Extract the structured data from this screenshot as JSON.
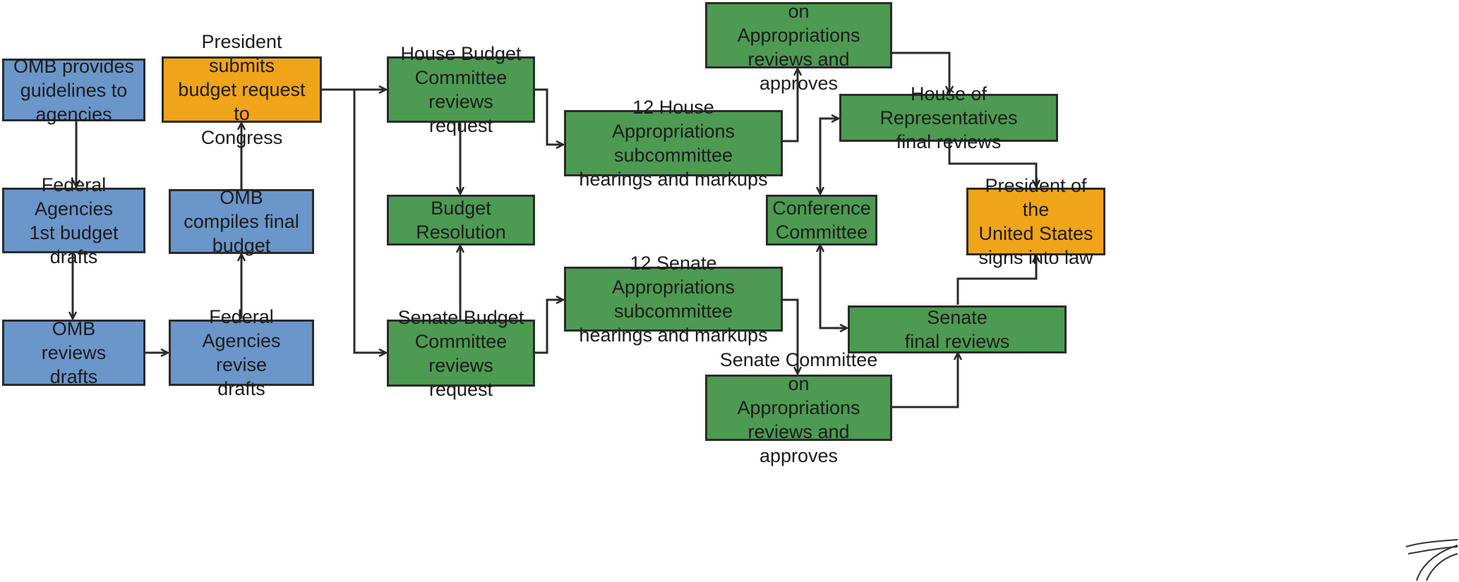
{
  "nodes": {
    "omb_guidelines": {
      "label": "OMB provides\nguidelines to\nagencies",
      "color": "#6a96c9"
    },
    "federal_agencies_drafts": {
      "label": "Federal\nAgencies\n1st budget drafts",
      "color": "#6a96c9"
    },
    "omb_reviews": {
      "label": "OMB\nreviews\ndrafts",
      "color": "#6a96c9"
    },
    "agencies_revise": {
      "label": "Federal\nAgencies revise\ndrafts",
      "color": "#6a96c9"
    },
    "omb_compiles": {
      "label": "OMB\ncompiles final\nbudget",
      "color": "#6a96c9"
    },
    "president_submits": {
      "label": "President submits\nbudget  request to\nCongress",
      "color": "#f0a419"
    },
    "house_budget": {
      "label": "House Budget\nCommittee\nreviews request",
      "color": "#4d9a52"
    },
    "budget_resolution": {
      "label": "Budget\nResolution",
      "color": "#4d9a52"
    },
    "senate_budget": {
      "label": "Senate Budget\nCommittee\nreviews request",
      "color": "#4d9a52"
    },
    "house_subcommittee": {
      "label": "12 House Appropriations\nsubcommittee\nhearings and markups",
      "color": "#4d9a52"
    },
    "senate_subcommittee": {
      "label": "12 Senate  Appropriations\nsubcommittee\nhearings and markups",
      "color": "#4d9a52"
    },
    "house_appropriations": {
      "label": "House Committee on\nAppropriations\nreviews and approves",
      "color": "#4d9a52"
    },
    "senate_appropriations": {
      "label": "Senate Committee on\nAppropriations\nreviews and approves",
      "color": "#4d9a52"
    },
    "house_final": {
      "label": "House of Representatives\nfinal reviews",
      "color": "#4d9a52"
    },
    "conference": {
      "label": "Conference\nCommittee",
      "color": "#4d9a52"
    },
    "senate_final": {
      "label": "Senate\nfinal reviews",
      "color": "#4d9a52"
    },
    "president_signs": {
      "label": "President of the\nUnited States\nsigns into law",
      "color": "#f0a419"
    }
  },
  "edges": [
    {
      "from": "omb_guidelines",
      "to": "federal_agencies_drafts"
    },
    {
      "from": "federal_agencies_drafts",
      "to": "omb_reviews"
    },
    {
      "from": "omb_reviews",
      "to": "agencies_revise"
    },
    {
      "from": "agencies_revise",
      "to": "omb_compiles"
    },
    {
      "from": "omb_compiles",
      "to": "president_submits"
    },
    {
      "from": "president_submits",
      "to": "house_budget"
    },
    {
      "from": "president_submits",
      "to": "senate_budget"
    },
    {
      "from": "house_budget",
      "to": "budget_resolution"
    },
    {
      "from": "senate_budget",
      "to": "budget_resolution"
    },
    {
      "from": "house_budget",
      "to": "house_subcommittee"
    },
    {
      "from": "senate_budget",
      "to": "senate_subcommittee"
    },
    {
      "from": "house_subcommittee",
      "to": "house_appropriations"
    },
    {
      "from": "senate_subcommittee",
      "to": "senate_appropriations"
    },
    {
      "from": "house_appropriations",
      "to": "house_final"
    },
    {
      "from": "senate_appropriations",
      "to": "senate_final"
    },
    {
      "from": "conference",
      "to": "house_final"
    },
    {
      "from": "house_final",
      "to": "conference"
    },
    {
      "from": "conference",
      "to": "senate_final"
    },
    {
      "from": "senate_final",
      "to": "conference"
    },
    {
      "from": "house_final",
      "to": "president_signs"
    },
    {
      "from": "senate_final",
      "to": "president_signs"
    }
  ]
}
